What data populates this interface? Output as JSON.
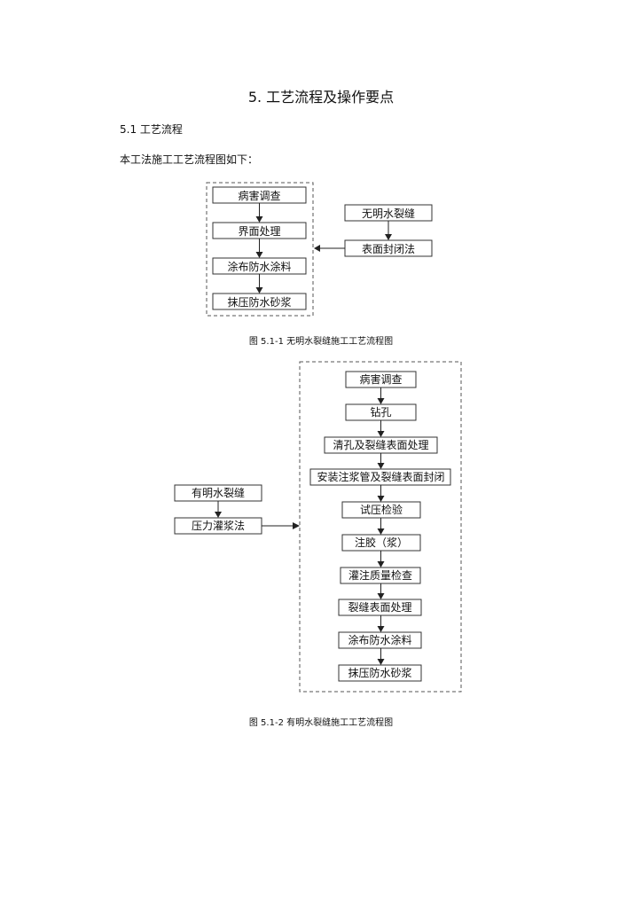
{
  "title": "5. 工艺流程及操作要点",
  "section": "5.1  工艺流程",
  "intro": "本工法施工工艺流程图如下：",
  "figure1": {
    "caption": "图 5.1-1  无明水裂缝施工工艺流程图",
    "steps": [
      "病害调查",
      "界面处理",
      "涂布防水涂料",
      "抹压防水砂浆"
    ],
    "side_steps": [
      "无明水裂缝",
      "表面封闭法"
    ]
  },
  "figure2": {
    "caption": "图 5.1-2  有明水裂缝施工工艺流程图",
    "steps": [
      "病害调查",
      "钻孔",
      "清孔及裂缝表面处理",
      "安装注浆管及裂缝表面封闭",
      "试压检验",
      "注胶（浆）",
      "灌注质量检查",
      "裂缝表面处理",
      "涂布防水涂料",
      "抹压防水砂浆"
    ],
    "side_steps": [
      "有明水裂缝",
      "压力灌浆法"
    ]
  }
}
